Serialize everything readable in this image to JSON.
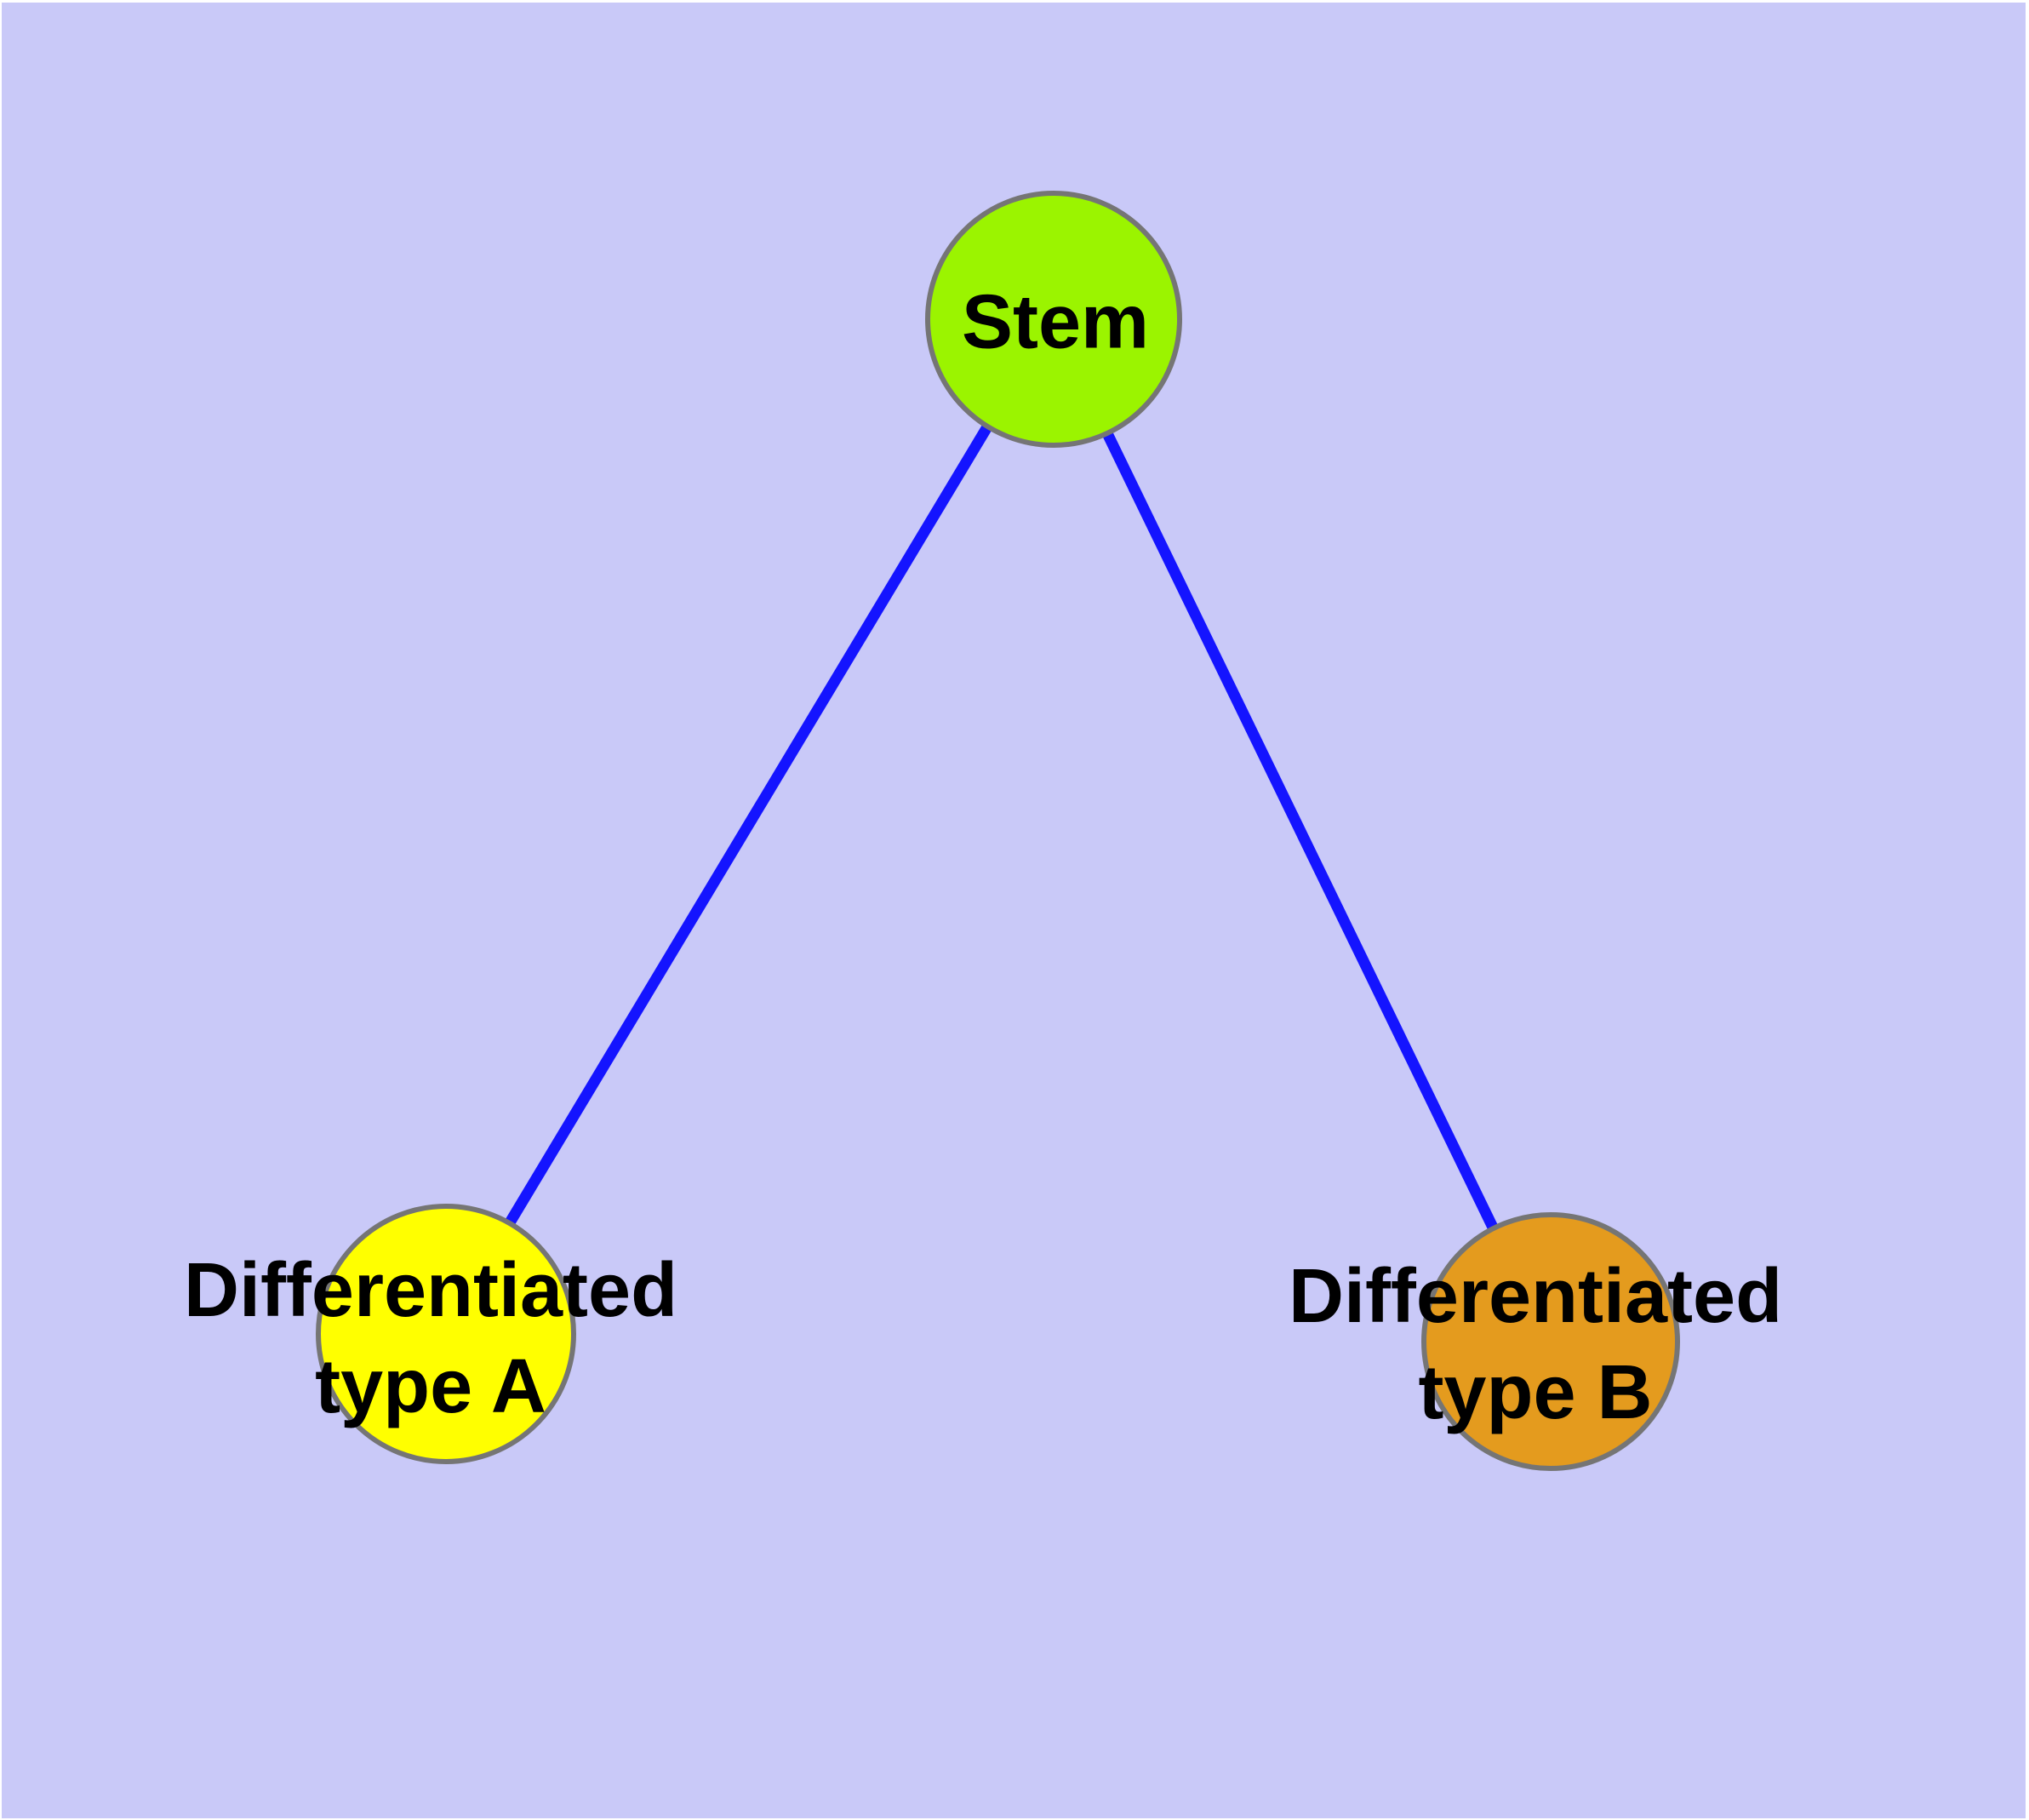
{
  "background": {
    "page": "#ffffff",
    "canvas": "#c9c9f8"
  },
  "graph": {
    "edge_color": "#1414ff",
    "node_border_color": "#757575",
    "label_color": "#000000",
    "nodes": [
      {
        "id": "stem",
        "label": "Stem",
        "line1": "Stem",
        "line2": "",
        "fill": "#9bf400"
      },
      {
        "id": "diff-a",
        "label": "Differentiated type A",
        "line1": "Differentiated",
        "line2": "type A",
        "fill": "#ffff00"
      },
      {
        "id": "diff-b",
        "label": "Differentiated type B",
        "line1": "Differentiated",
        "line2": "type B",
        "fill": "#e49b1e"
      }
    ],
    "edges": [
      {
        "from": "Stem",
        "to": "Differentiated type A"
      },
      {
        "from": "Stem",
        "to": "Differentiated type B"
      }
    ]
  }
}
